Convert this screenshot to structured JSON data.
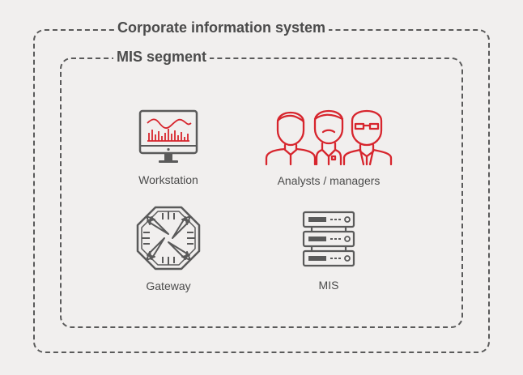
{
  "diagram": {
    "outer_boundary": {
      "title": "Corporate information system"
    },
    "inner_boundary": {
      "title": "MIS segment"
    },
    "nodes": {
      "workstation": {
        "label": "Workstation",
        "icon": "monitor-chart-icon"
      },
      "analysts": {
        "label": "Analysts / managers",
        "icon": "people-group-icon"
      },
      "gateway": {
        "label": "Gateway",
        "icon": "gateway-arrows-icon"
      },
      "mis": {
        "label": "MIS",
        "icon": "server-rack-icon"
      }
    },
    "colors": {
      "accent": "#d7252d",
      "stroke": "#5a5a5a",
      "background": "#f1efee"
    }
  }
}
